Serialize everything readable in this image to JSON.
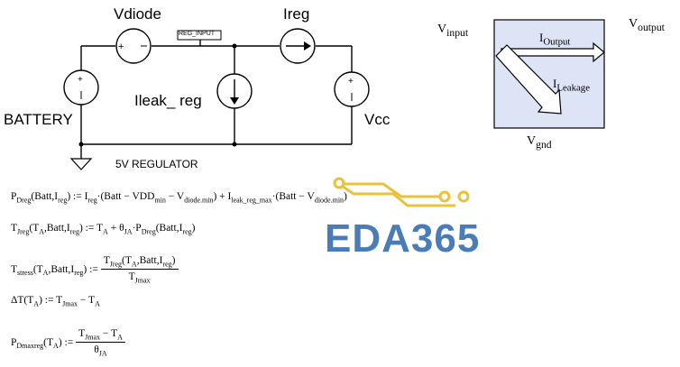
{
  "circuit": {
    "source_left_label": "BATTERY",
    "source_top_label": "Vdiode",
    "net_label": "REG_INPUT",
    "current_source_top_label": "Ireg",
    "leak_label": "Ileak_ reg",
    "vcc_label": "Vcc",
    "ground_label": "5V REGULATOR"
  },
  "block_diagram": {
    "v_input": "V",
    "v_input_sub": "input",
    "v_output": "V",
    "v_output_sub": "output",
    "i_output": "I",
    "i_output_sub": "Output",
    "i_leakage": "I",
    "i_leakage_sub": "Leakage",
    "v_gnd": "V",
    "v_gnd_sub": "gnd"
  },
  "equations": {
    "eq1_lhs": "P",
    "eq1_lhs_sub": "Dreg",
    "eq1_args": "(Batt,I",
    "eq1_args_sub": "reg",
    "eq1_rhs_a": ") := I",
    "eq1_rhs_a_sub": "reg",
    "eq1_rhs_b": "·(Batt − VDD",
    "eq1_rhs_b_sub": "min",
    "eq1_rhs_c": " − V",
    "eq1_rhs_c_sub": "diode.min",
    "eq1_rhs_d": ") + I",
    "eq1_rhs_d_sub": "leak_reg_max",
    "eq1_rhs_e": "·(Batt − V",
    "eq1_rhs_e_sub": "diode.min",
    "eq1_rhs_f": ")",
    "eq2_lhs": "T",
    "eq2_lhs_sub": "Jreg",
    "eq2_args": "(T",
    "eq2_args_sub": "A",
    "eq2_args_b": ",Batt,I",
    "eq2_args_b_sub": "reg",
    "eq2_rhs_a": ") := T",
    "eq2_rhs_a_sub": "A",
    "eq2_rhs_b": " + θ",
    "eq2_rhs_b_sub": "JA",
    "eq2_rhs_c": "·P",
    "eq2_rhs_c_sub": "Dreg",
    "eq2_rhs_d": "(Batt,I",
    "eq2_rhs_d_sub": "reg",
    "eq2_rhs_e": ")",
    "eq3_lhs": "T",
    "eq3_lhs_sub": "stress",
    "eq3_args": "(T",
    "eq3_args_sub": "A",
    "eq3_args_b": ",Batt,I",
    "eq3_args_b_sub": "reg",
    "eq3_assign": ") :=",
    "eq3_num": "T",
    "eq3_num_sub": "Jreg",
    "eq3_num_b": "(T",
    "eq3_num_b_sub": "A",
    "eq3_num_c": ",Batt,I",
    "eq3_num_c_sub": "reg",
    "eq3_num_d": ")",
    "eq3_den": "T",
    "eq3_den_sub": "Jmax",
    "eq4_lhs": "ΔT(T",
    "eq4_lhs_sub": "A",
    "eq4_rhs_a": ") := T",
    "eq4_rhs_a_sub": "Jmax",
    "eq4_rhs_b": " − T",
    "eq4_rhs_b_sub": "A",
    "eq5_lhs": "P",
    "eq5_lhs_sub": "Dmaxreg",
    "eq5_args": "(T",
    "eq5_args_sub": "A",
    "eq5_assign": ") :=",
    "eq5_num_a": "T",
    "eq5_num_a_sub": "Jmax",
    "eq5_num_b": " − T",
    "eq5_num_b_sub": "A",
    "eq5_den": "θ",
    "eq5_den_sub": "JA"
  },
  "watermark": {
    "text": "EDA365"
  },
  "colors": {
    "block_fill": "#dde4f5",
    "watermark_blue": "#4a7db8",
    "watermark_gold": "#e8c23a"
  }
}
